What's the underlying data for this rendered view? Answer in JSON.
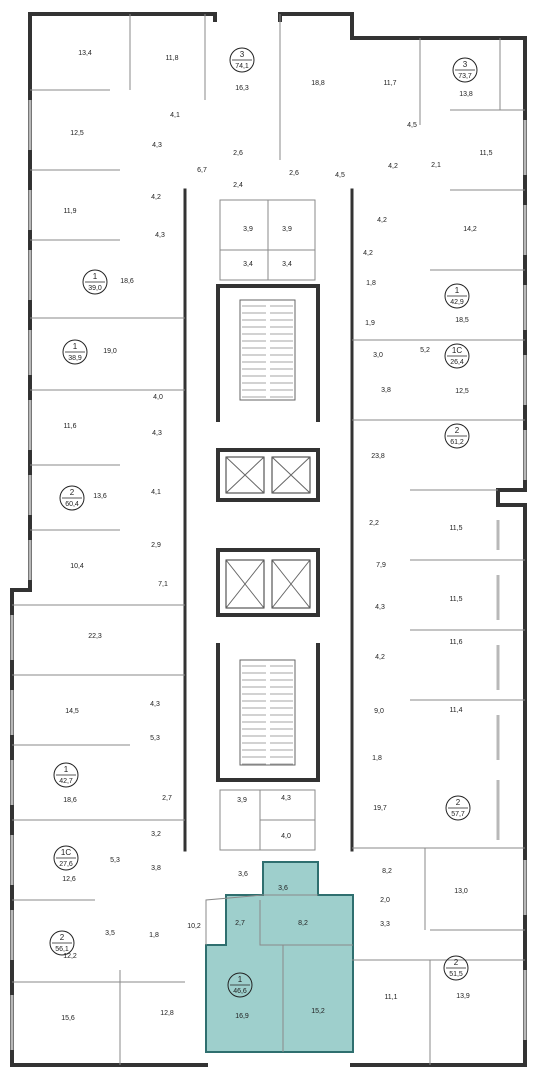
{
  "colors": {
    "wall": "#333333",
    "thin": "#8a8a8a",
    "highlight": "#9ecfcc",
    "highlight_stroke": "#2f6f6f",
    "window": "#b8b8b8",
    "fixture": "#555555"
  },
  "apartments": [
    {
      "rooms": "3",
      "area": "74,1"
    },
    {
      "rooms": "3",
      "area": "73,7"
    },
    {
      "rooms": "1",
      "area": "39,0"
    },
    {
      "rooms": "1",
      "area": "42,9"
    },
    {
      "rooms": "1",
      "area": "38,9"
    },
    {
      "rooms": "1С",
      "area": "26,4"
    },
    {
      "rooms": "2",
      "area": "61,2"
    },
    {
      "rooms": "2",
      "area": "60,4"
    },
    {
      "rooms": "1",
      "area": "42,7"
    },
    {
      "rooms": "2",
      "area": "57,7"
    },
    {
      "rooms": "1С",
      "area": "27,6"
    },
    {
      "rooms": "2",
      "area": "56,1"
    },
    {
      "rooms": "2",
      "area": "51,5"
    },
    {
      "rooms": "1",
      "area": "46,6"
    }
  ],
  "room_areas": [
    "13,4",
    "11,8",
    "16,3",
    "18,8",
    "11,7",
    "13,8",
    "4,1",
    "12,5",
    "4,3",
    "6,7",
    "2,6",
    "2,6",
    "4,5",
    "4,5",
    "4,2",
    "2,1",
    "11,5",
    "4,2",
    "2,4",
    "11,9",
    "4,3",
    "3,9",
    "3,9",
    "4,2",
    "14,2",
    "3,4",
    "3,4",
    "4,2",
    "18,6",
    "1,8",
    "18,5",
    "1,9",
    "19,0",
    "3,0",
    "5,2",
    "12,5",
    "3,8",
    "4,0",
    "11,6",
    "4,3",
    "23,8",
    "13,6",
    "4,1",
    "2,2",
    "11,5",
    "2,9",
    "10,4",
    "7,9",
    "7,1",
    "11,5",
    "4,3",
    "22,3",
    "4,2",
    "11,6",
    "14,5",
    "4,3",
    "9,0",
    "5,3",
    "11,4",
    "1,8",
    "18,6",
    "2,7",
    "19,7",
    "3,9",
    "4,3",
    "4,0",
    "3,2",
    "5,3",
    "3,8",
    "12,6",
    "3,6",
    "3,6",
    "8,2",
    "13,0",
    "2,0",
    "3,5",
    "1,8",
    "10,2",
    "2,7",
    "8,2",
    "3,3",
    "12,2",
    "15,6",
    "12,8",
    "16,9",
    "15,2",
    "11,1",
    "13,9"
  ]
}
